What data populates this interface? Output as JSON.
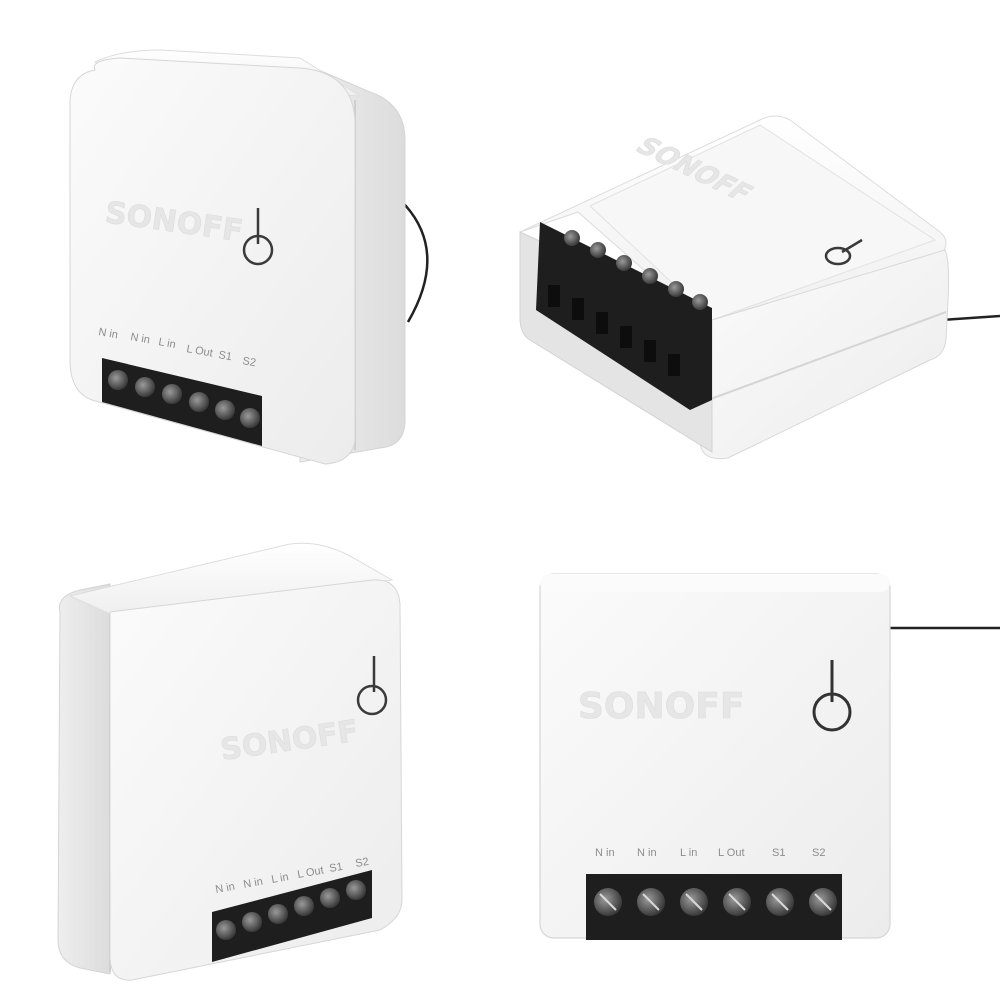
{
  "product": {
    "brand": "SONOFF",
    "icon": "power-icon",
    "colors": {
      "housing": "#f3f3f3",
      "housing_shadow": "#dedede",
      "terminal_block": "#1e1e1e",
      "screw": "#5a5a5a",
      "antenna_wire": "#222222",
      "logo_engraving": "#e3e3e3"
    }
  },
  "terminals": {
    "labels": [
      "N in",
      "N in",
      "L in",
      "L Out",
      "S1",
      "S2"
    ]
  }
}
